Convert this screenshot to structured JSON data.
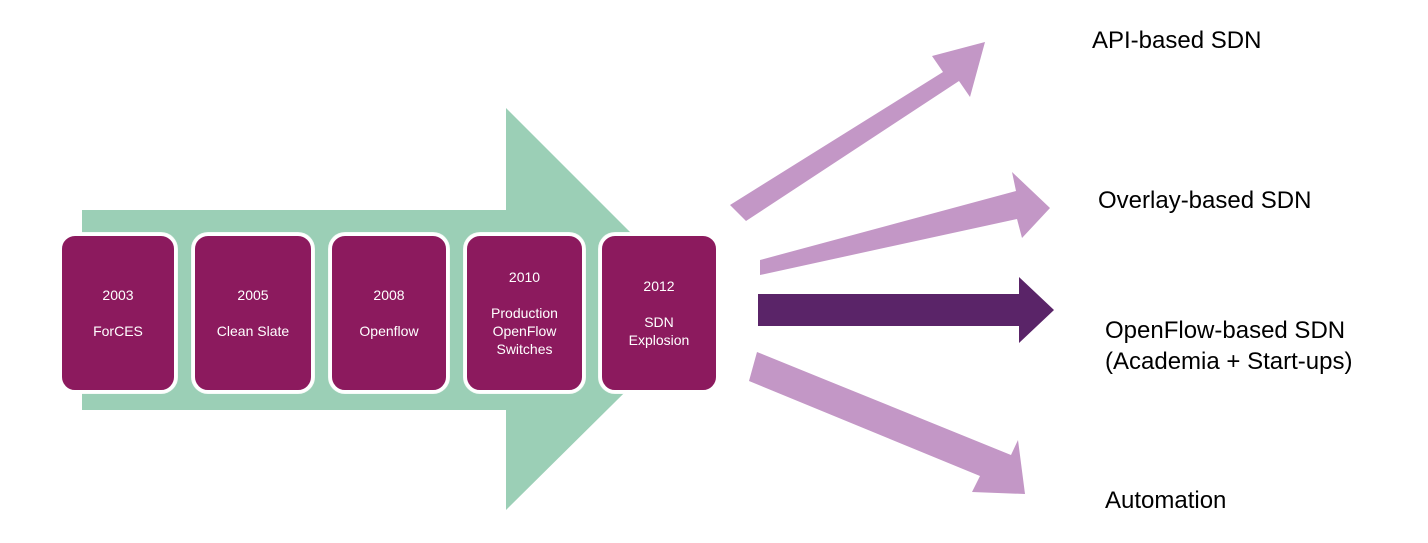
{
  "milestones": [
    {
      "year": "2003",
      "name": "ForCES"
    },
    {
      "year": "2005",
      "name": "Clean Slate"
    },
    {
      "year": "2008",
      "name": "Openflow"
    },
    {
      "year": "2010",
      "name": "Production\nOpenFlow\nSwitches"
    },
    {
      "year": "2012",
      "name": "SDN\nExplosion"
    }
  ],
  "outcomes": [
    {
      "label": "API-based SDN"
    },
    {
      "label": "Overlay-based SDN"
    },
    {
      "label": "OpenFlow-based SDN\n(Academia + Start-ups)"
    },
    {
      "label": "Automation"
    }
  ],
  "colors": {
    "timeline_arrow": "#9bcfb6",
    "milestone_box": "#8c1a5e",
    "light_arrow": "#c397c6",
    "emphasis_arrow": "#5a2468"
  }
}
